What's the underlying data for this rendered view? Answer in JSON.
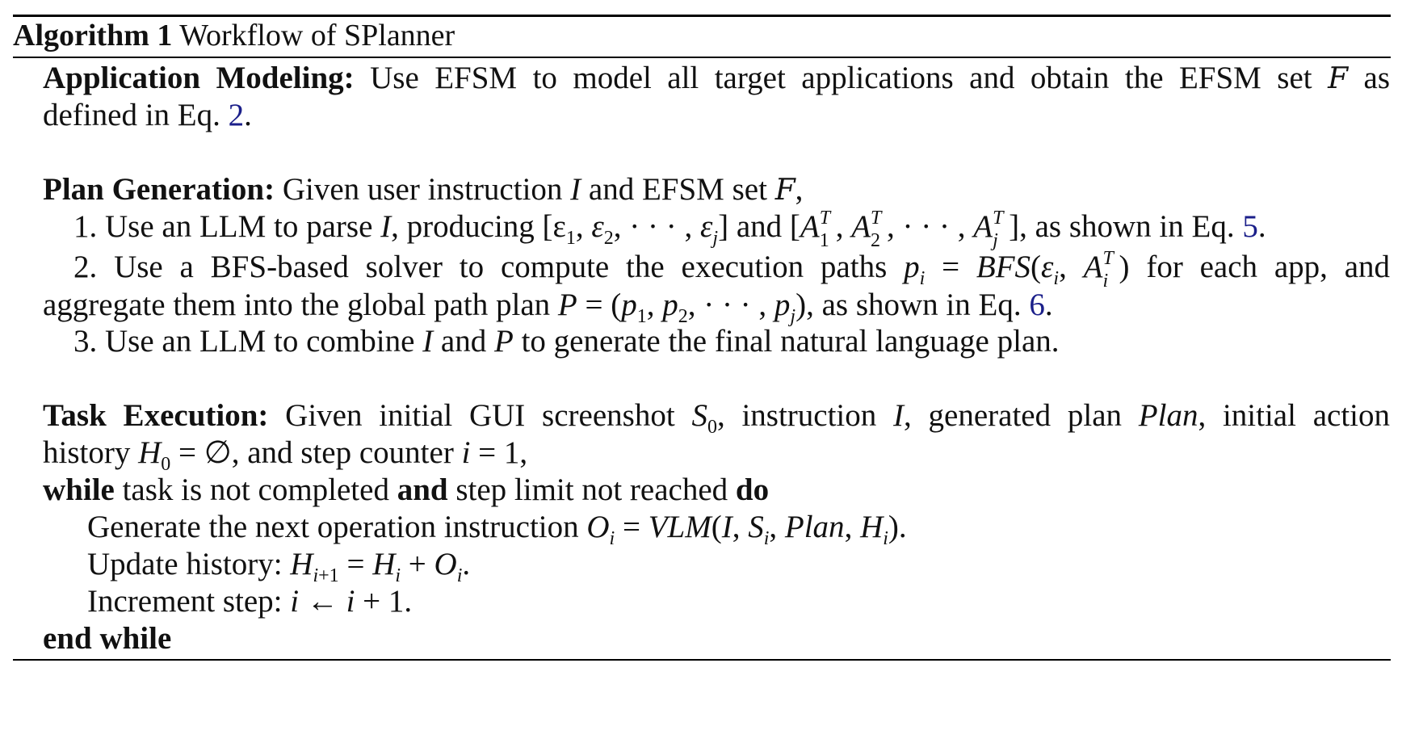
{
  "caption": {
    "label": "Algorithm 1",
    "title": "Workflow of SPlanner"
  },
  "sections": {
    "modeling": {
      "heading": "Application Modeling:",
      "line1": "Use EFSM to model all target applications and obtain the EFSM set",
      "set_symbol": "F",
      "line1_end": "as",
      "line2_start": "defined in Eq.",
      "line2_ref": "2",
      "line2_end": "."
    },
    "plan": {
      "heading": "Plan Generation:",
      "intro_a": "Given user instruction",
      "intro_var": "I",
      "intro_b": "and EFSM set",
      "intro_set": "F",
      "intro_c": ",",
      "step1": {
        "num": "1.",
        "a": "Use an LLM to parse",
        "var": "I",
        "b": ", producing",
        "eps_list": "[ε",
        "and": "and",
        "c": ", as shown in Eq.",
        "ref": "5",
        "d": "."
      },
      "step2": {
        "num": "2.",
        "a": "Use a BFS-based solver to compute the execution paths",
        "formula_lhs": "p",
        "formula_rhs": "BFS",
        "b": "for each app, and",
        "c": "aggregate them into the global path plan",
        "plan_var": "P",
        "d": ", as shown in Eq.",
        "ref": "6",
        "e": "."
      },
      "step3": {
        "num": "3.",
        "a": "Use an LLM to combine",
        "var1": "I",
        "b": "and",
        "var2": "P",
        "c": "to generate the final natural language plan."
      }
    },
    "execution": {
      "heading": "Task Execution:",
      "a": "Given initial GUI screenshot",
      "s0": "S",
      "b": ", instruction",
      "var": "I",
      "c": ", generated plan",
      "plan": "Plan",
      "d": ", initial action",
      "e": "history",
      "h0": "H",
      "f": "= ∅, and step counter",
      "i": "i",
      "g": "= 1,",
      "while_kw": "while",
      "while_a": "task is not completed",
      "and_kw": "and",
      "while_b": "step limit not reached",
      "do_kw": "do",
      "body1": "Generate the next operation instruction",
      "body2": "Update history:",
      "body3": "Increment step:",
      "end_kw": "end while"
    }
  }
}
